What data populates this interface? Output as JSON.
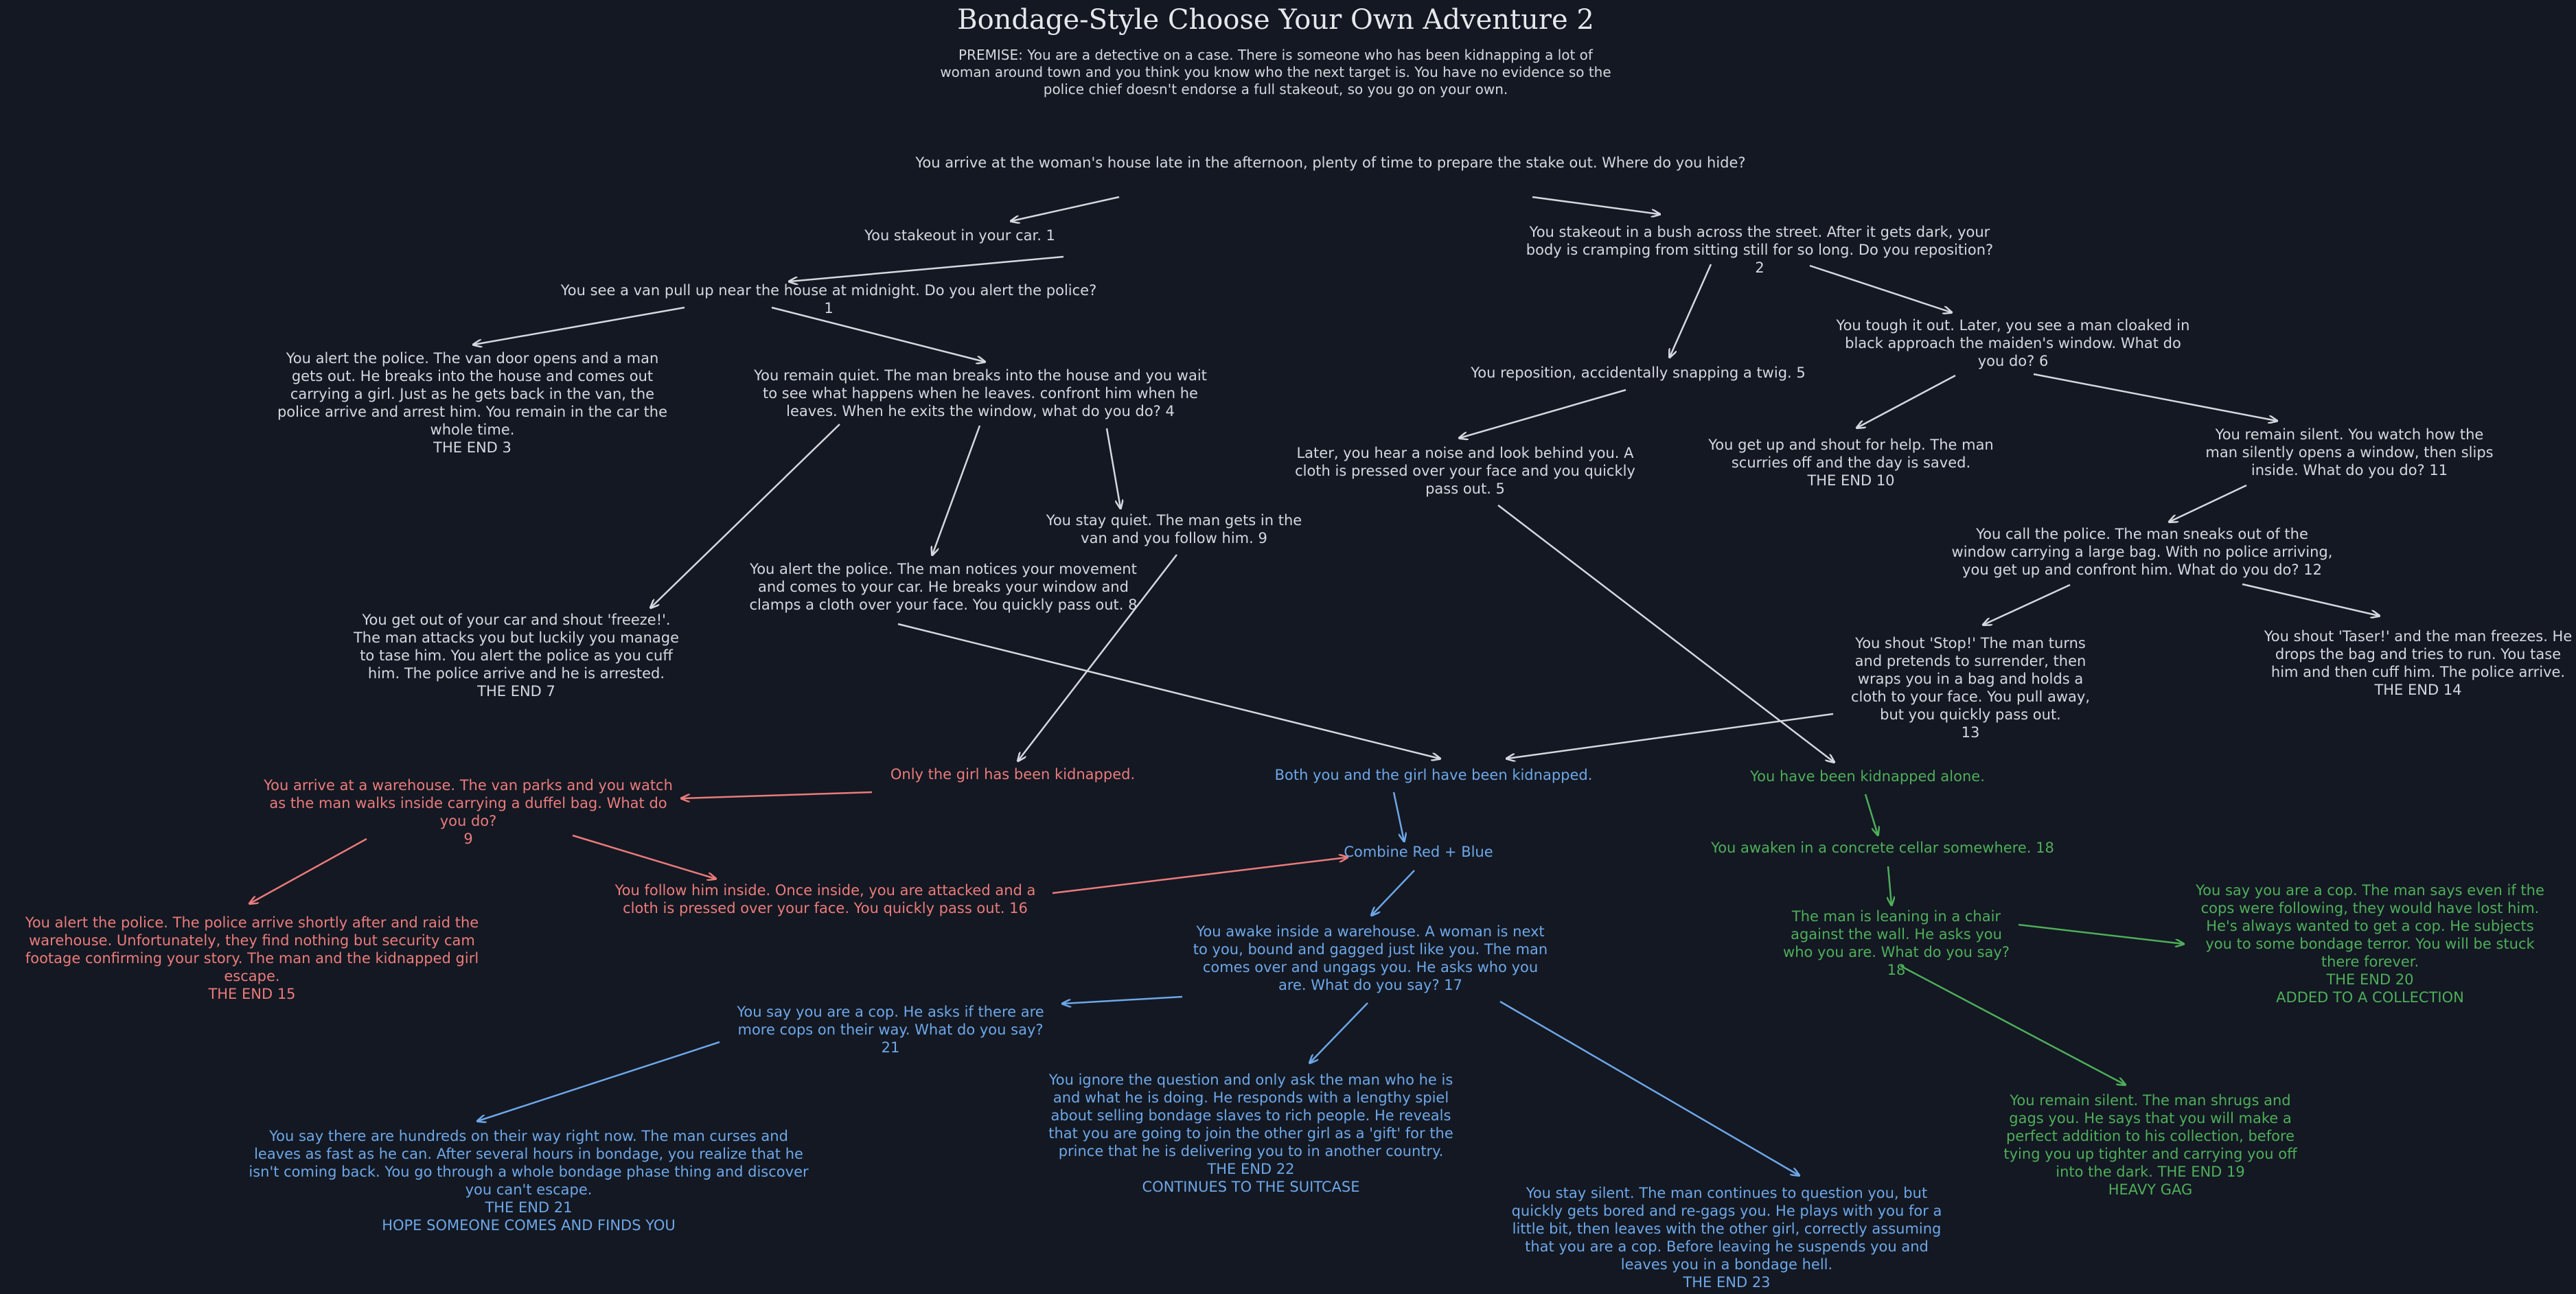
{
  "title": "Bondage-Style Choose Your Own Adventure 2",
  "premise": "PREMISE: You are a detective on a case. There is someone who has been kidnapping a lot of woman around town and you think you know who the next target is. You have no evidence so the police chief doesn't endorse a full stakeout, so you go on your own.",
  "colors": {
    "background": "#131822",
    "white": "#d5d8de",
    "red": "#ec7b7b",
    "blue": "#6ea7e8",
    "green": "#4fae5a"
  },
  "nodes": {
    "start": "You arrive at the woman's house late in the afternoon, plenty of time to prepare the stake out. Where do you hide?",
    "car": "You stakeout in your car. 1",
    "van_midnight": "You see a van pull up near the house at midnight. Do you alert the police? 1",
    "alert_police_3": "You alert the police. The van door opens and a man gets out. He breaks into the house and comes out carrying a girl. Just as he gets back in the van, the police arrive and arrest him. You remain in the car the whole time.\nTHE END 3",
    "remain_quiet_4": "You remain quiet. The man breaks into the house and you wait to see what happens when he leaves. confront him when he leaves. When he exits the window, what do you do? 4",
    "freeze_7": "You get out of your car and shout 'freeze!'. The man attacks you but luckily you manage to tase him. You alert the police as you cuff him. The police arrive and he is arrested.\nTHE END 7",
    "alert_police_8": "You alert the police. The man notices your movement and comes to your car. He breaks your window and clamps a cloth over your face. You quickly pass out. 8",
    "stay_quiet_9": "You stay quiet. The man gets in the van and you follow him. 9",
    "bush": "You stakeout in a bush across the street. After it gets dark, your body is cramping from sitting still for so long. Do you reposition? 2",
    "reposition_5": "You reposition, accidentally snapping a twig. 5",
    "noise_5": "Later, you hear a noise and look behind you. A cloth is pressed over your face and you quickly pass out. 5",
    "tough_6": "You tough it out. Later, you see a man cloaked in black approach the maiden's window. What do you do? 6",
    "shout_help_10": "You get up and shout for help. The man scurries off and the day is saved.\nTHE END 10",
    "remain_silent_11": "You remain silent. You watch how the man silently opens a window, then slips inside. What do you do? 11",
    "call_police_12": "You call the police. The man sneaks out of the window carrying a large bag. With no police arriving, you get up and confront him. What do you do? 12",
    "stop_13": "You shout 'Stop!' The man turns and pretends to surrender, then wraps you in a bag and holds a cloth to your face. You pull away, but you quickly pass out.\n13",
    "taser_14": "You shout 'Taser!' and the man freezes. He drops the bag and tries to run. You tase him and then cuff him. The police arrive.\nTHE END 14",
    "girl_kidnapped": "Only the girl has been kidnapped.",
    "both_kidnapped": "Both you and the girl have been kidnapped.",
    "alone_kidnapped": "You have been kidnapped alone.",
    "warehouse_9": "You arrive at a warehouse. The van parks and you watch as the man walks inside carrying a duffel bag. What do you do?\n9",
    "alert_15": "You alert the police. The police arrive shortly after and raid the warehouse. Unfortunately, they find nothing but security cam footage confirming your story. The man and the kidnapped girl escape.\nTHE END 15",
    "follow_16": "You follow him inside. Once inside, you are attacked and a cloth is pressed over your face. You quickly pass out. 16",
    "combine": "Combine Red + Blue",
    "awake_17": "You awake inside a warehouse. A woman is next to you, bound and gagged just like you. The man comes over and ungags you. He asks who you are. What do you say? 17",
    "cop_21": "You say you are a cop. He asks if there are more cops on their way. What do you say? 21",
    "hundreds_21": "You say there are hundreds on their way right now. The man curses and leaves as fast as he can. After several hours in bondage, you realize that he isn't coming back. You go through a whole bondage phase thing and discover you can't escape.\nTHE END 21\nHOPE SOMEONE COMES AND FINDS YOU",
    "ignore_22": "You ignore the question and only ask the man who he is and what he is doing. He responds with a lengthy spiel about selling bondage slaves to rich people. He reveals that you are going to join the other girl as a 'gift' for the prince that he is delivering you to in another country.\nTHE END 22\nCONTINUES TO THE SUITCASE",
    "silent_23": "You stay silent. The man continues to question you, but quickly gets bored and re-gags you. He plays with you for a little bit, then leaves with the other girl, correctly assuming that you are a cop. Before leaving he suspends you and leaves you in a bondage hell.\nTHE END 23",
    "cellar_18": "You awaken in a concrete cellar somewhere. 18",
    "chair_18": "The man is leaning in a chair against the wall. He asks you who you are. What do you say? 18",
    "cop_20": "You say you are a cop. The man says even if the cops were following, they would have lost him. He's always wanted to get a cop. He subjects you to some bondage terror. You will be stuck there forever.\nTHE END 20\nADDED TO A COLLECTION",
    "silent_19": "You remain silent. The man shrugs and gags you. He says that you will make a perfect addition to his collection, before tying you up tighter and carrying you off into the dark. THE END 19\nHEAVY GAG"
  }
}
